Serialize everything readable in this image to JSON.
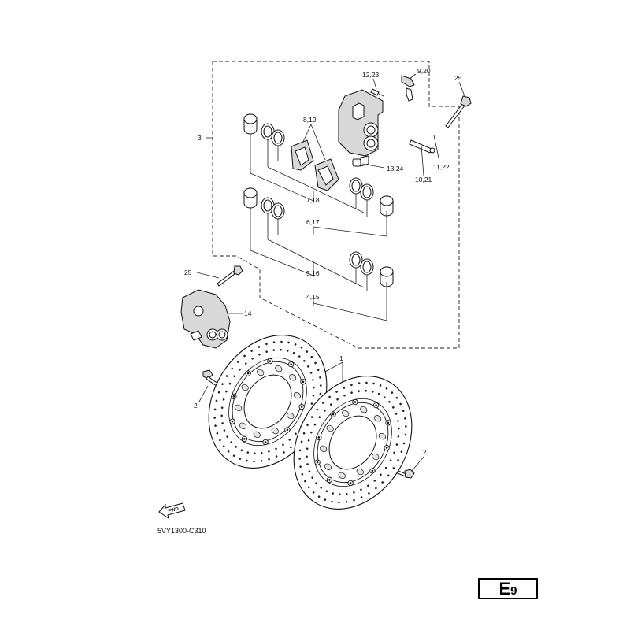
{
  "labels": {
    "l3": "3",
    "l9_20": "9,20",
    "l12_23": "12,23",
    "l25a": "25",
    "l8_19": "8,19",
    "l13_24": "13,24",
    "l11_22": "11,22",
    "l10_21": "10,21",
    "l7_18": "7,18",
    "l6_17": "6,17",
    "l5_16": "5,16",
    "l4_15": "4,15",
    "l25b": "25",
    "l14": "14",
    "l1": "1",
    "l2a": "2",
    "l2b": "2"
  },
  "fwd_text": "FWD",
  "diagram_code": "5VY1300-C310",
  "page_tag_letter": "E",
  "page_tag_number": "9"
}
